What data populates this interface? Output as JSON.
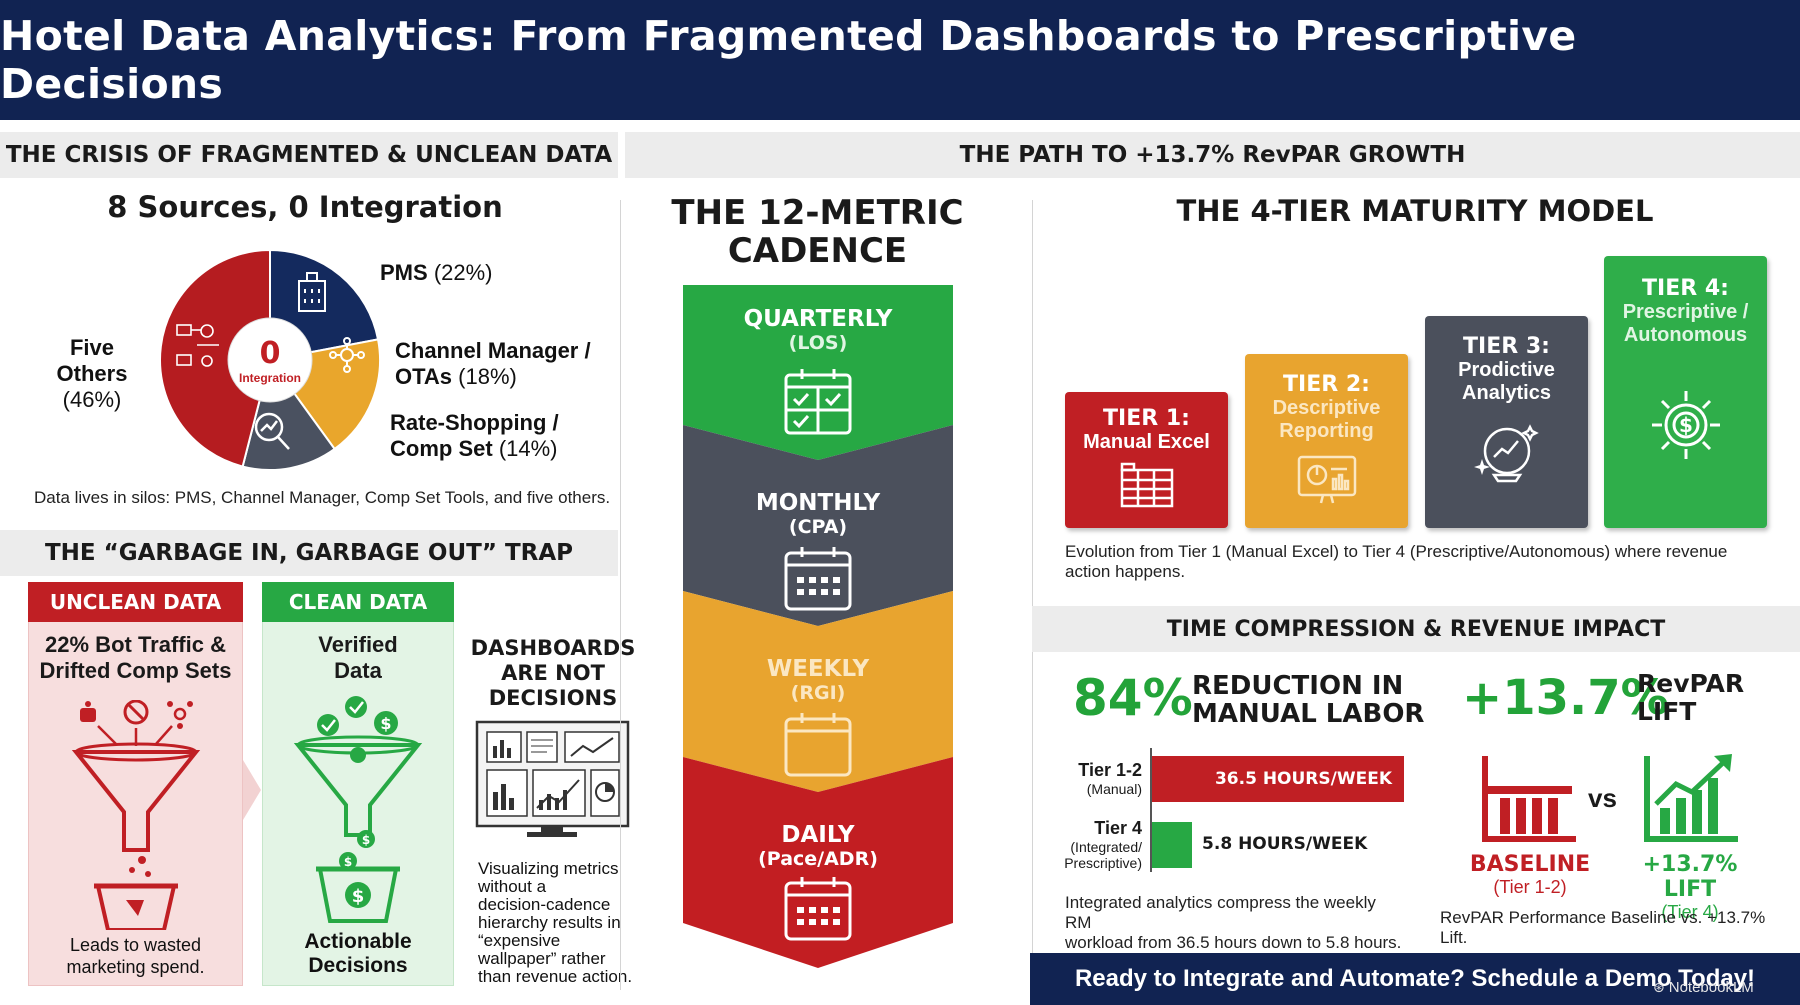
{
  "header": {
    "title": "Hotel Data Analytics: From Fragmented Dashboards to Prescriptive Decisions"
  },
  "crisis": {
    "band": "THE CRISIS OF FRAGMENTED & UNCLEAN DATA",
    "title": "8 Sources, 0 Integration",
    "center_value": "0",
    "center_label": "Integration",
    "pie": [
      {
        "name": "PMS",
        "pct": "(22%)",
        "value": 22,
        "color": "#142a5e"
      },
      {
        "name": "Channel Manager / OTAs",
        "name1": "Channel Manager /",
        "name2": "OTAs",
        "pct": "(18%)",
        "value": 18,
        "color": "#e9a62c"
      },
      {
        "name": "Rate-Shopping / Comp Set",
        "name1": "Rate-Shopping /",
        "name2": "Comp Set",
        "pct": "(14%)",
        "value": 14,
        "color": "#4a5160"
      },
      {
        "name": "Five Others",
        "pct": "(46%)",
        "value": 46,
        "color": "#b51c20"
      }
    ],
    "caption": "Data lives in silos: PMS, Channel Manager, Comp Set Tools, and five others."
  },
  "garbage": {
    "band": "THE “GARBAGE IN, GARBAGE OUT” TRAP",
    "unclean_head": "UNCLEAN DATA",
    "unclean_l1": "22% Bot Traffic &",
    "unclean_l2": "Drifted Comp Sets",
    "unclean_foot1": "Leads to wasted",
    "unclean_foot2": "marketing spend.",
    "clean_head": "CLEAN DATA",
    "clean_l1": "Verified",
    "clean_l2": "Data",
    "clean_foot1": "Actionable",
    "clean_foot2": "Decisions",
    "dash_l1": "DASHBOARDS",
    "dash_l2": "ARE NOT",
    "dash_l3": "DECISIONS",
    "dash_caption": [
      "Visualizing metrics",
      "without a",
      "decision-cadence",
      "hierarchy results in",
      "“expensive",
      "wallpaper” rather",
      "than revenue action."
    ]
  },
  "path": {
    "band": "THE PATH TO +13.7% RevPAR GROWTH"
  },
  "cadence": {
    "title1": "THE 12-METRIC",
    "title2": "CADENCE",
    "items": [
      {
        "label": "QUARTERLY",
        "sub": "(LOS)",
        "color": "#27a844",
        "subcolor": "#e0f5e3"
      },
      {
        "label": "MONTHLY",
        "sub": "(CPA)",
        "color": "#4b505c",
        "subcolor": "#ffffff"
      },
      {
        "label": "WEEKLY",
        "sub": "(RGI)",
        "color": "#e8a42f",
        "subcolor": "#fbe7c2"
      },
      {
        "label": "DAILY",
        "sub": "(Pace/ADR)",
        "color": "#c21e22",
        "subcolor": "#ffffff"
      }
    ]
  },
  "maturity": {
    "title": "THE 4-TIER MATURITY MODEL",
    "tiers": [
      {
        "t1": "TIER 1:",
        "t2a": "Manual Excel",
        "t2b": "",
        "color": "#c01f24",
        "subcolor": "#ffffff"
      },
      {
        "t1": "TIER 2:",
        "t2a": "Descriptive",
        "t2b": "Reporting",
        "color": "#e8a42f",
        "subcolor": "#fbe7c2"
      },
      {
        "t1": "TIER 3:",
        "t2a": "Prodictive",
        "t2b": "Analytics",
        "color": "#4b505c",
        "subcolor": "#ffffff"
      },
      {
        "t1": "TIER 4:",
        "t2a": "Prescriptive /",
        "t2b": "Autonomous",
        "color": "#2fae4a",
        "subcolor": "#e0f5e3"
      }
    ],
    "caption1": "Evolution from Tier 1 (Manual Excel) to Tier 4 (Prescriptive/Autonomous) where revenue",
    "caption2": "action happens."
  },
  "impact": {
    "band": "TIME COMPRESSION & REVENUE IMPACT",
    "labor_pct": "84%",
    "labor_l1": "REDUCTION IN",
    "labor_l2": "MANUAL LABOR",
    "bar1_tier": "Tier 1-2",
    "bar1_sub": "(Manual)",
    "bar1_label": "36.5 HOURS/WEEK",
    "bar1_value": 36.5,
    "bar2_tier": "Tier 4",
    "bar2_sub1": "(Integrated/",
    "bar2_sub2": "Prescriptive)",
    "bar2_label": "5.8 HOURS/WEEK",
    "bar2_value": 5.8,
    "labor_caption1": "Integrated analytics compress the weekly RM",
    "labor_caption2": "workload from 36.5 hours down to 5.8 hours.",
    "rev_pct": "+13.7%",
    "rev_l1": "RevPAR",
    "rev_l2": "LIFT",
    "vs": "vs",
    "base_l1": "BASELINE",
    "base_l2": "(Tier 1-2)",
    "lift_l1": "+13.7% LIFT",
    "lift_l2": "(Tier 4)",
    "rev_caption": "RevPAR Performance Baseline vs. +13.7% Lift."
  },
  "cta": {
    "text": "Ready to Integrate and Automate? Schedule a Demo Today!",
    "brand": "NotebookLM"
  },
  "colors": {
    "navy": "#112352",
    "red": "#c01f24",
    "green": "#27a844",
    "amber": "#e8a42f",
    "slate": "#4b505c"
  }
}
